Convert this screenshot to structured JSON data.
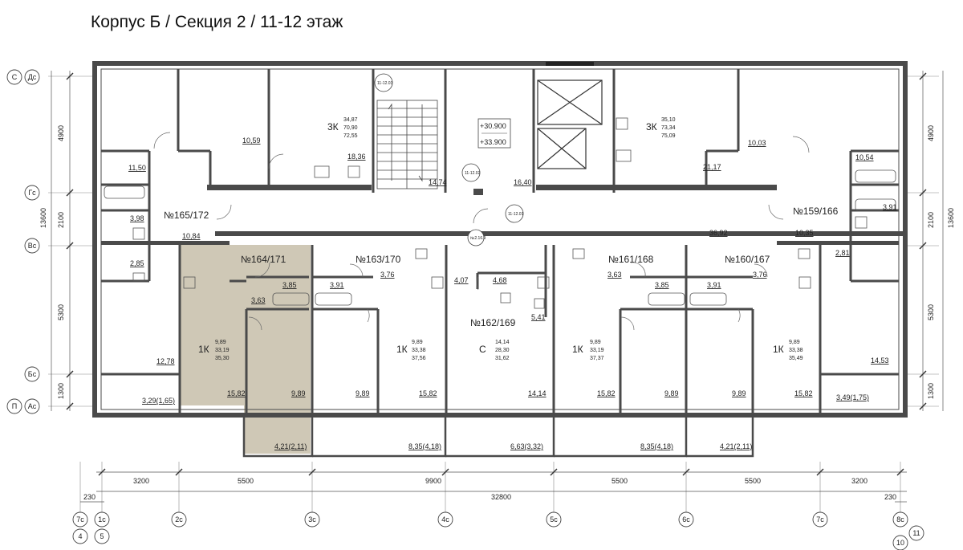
{
  "title": "Корпус Б / Секция 2 / 11-12 этаж",
  "colors": {
    "highlight": "#cfc8b6",
    "wall": "#4a4a4a",
    "line": "#333333"
  },
  "apartments": [
    {
      "id": "№165/172"
    },
    {
      "id": "№164/171"
    },
    {
      "id": "№163/170"
    },
    {
      "id": "№162/169"
    },
    {
      "id": "№161/168"
    },
    {
      "id": "№160/167"
    },
    {
      "id": "№159/166"
    }
  ],
  "unit_tables": [
    {
      "type": "3К",
      "values": [
        "34,87",
        "70,90",
        "72,55"
      ]
    },
    {
      "type": "3К",
      "values": [
        "35,10",
        "73,34",
        "75,09"
      ]
    },
    {
      "type": "1К",
      "values": [
        "9,89",
        "33,19",
        "35,30"
      ]
    },
    {
      "type": "1К",
      "values": [
        "9,89",
        "33,38",
        "37,56"
      ]
    },
    {
      "type": "С",
      "values": [
        "14,14",
        "28,30",
        "31,62"
      ]
    },
    {
      "type": "1К",
      "values": [
        "9,89",
        "33,19",
        "37,37"
      ]
    },
    {
      "type": "1К",
      "values": [
        "9,89",
        "33,38",
        "35,49"
      ]
    }
  ],
  "room_areas": [
    "10,59",
    "18,36",
    "11,50",
    "3,98",
    "10,84",
    "2,85",
    "12,78",
    "3,29(1,65)",
    "14,74",
    "16,40",
    "10,03",
    "21,17",
    "10,54",
    "3,91",
    "10,35",
    "36,92",
    "2,81",
    "14,53",
    "3,49(1,75)",
    "3,85",
    "3,63",
    "15,82",
    "9,89",
    "4,21(2,11)",
    "3,91",
    "3,76",
    "9,89",
    "15,82",
    "8,35(4,18)",
    "4,07",
    "4,68",
    "5,41",
    "14,14",
    "6,63(3,32)",
    "3,63",
    "15,82",
    "9,89",
    "8,35(4,18)",
    "3,85",
    "3,91",
    "3,76",
    "9,89",
    "15,82",
    "4,21(2,11)"
  ],
  "stair_marks": [
    "11-12.03",
    "11-12.02",
    "11-12.01",
    "№2.16.9"
  ],
  "elevations": [
    "+30.900",
    "+33.900"
  ],
  "dimensions": {
    "left": [
      "4900",
      "2100",
      "5300",
      "1300",
      "13600"
    ],
    "right": [
      "4900",
      "2100",
      "5300",
      "1300",
      "13600"
    ],
    "bottom_row1": [
      "3200",
      "5500",
      "9900",
      "5500",
      "5500",
      "3200"
    ],
    "bottom_total": "32800",
    "bottom_edge": [
      "230",
      "230"
    ]
  },
  "axes": {
    "rows": [
      "Дс",
      "Гс",
      "Вс",
      "Бс",
      "Ас"
    ],
    "row_extras": [
      "С",
      "П"
    ],
    "columns": [
      "7с",
      "1с",
      "2с",
      "3с",
      "4с",
      "5с",
      "6с",
      "7с",
      "8с"
    ],
    "bottom_extras": [
      "4",
      "5",
      "10",
      "11"
    ]
  }
}
